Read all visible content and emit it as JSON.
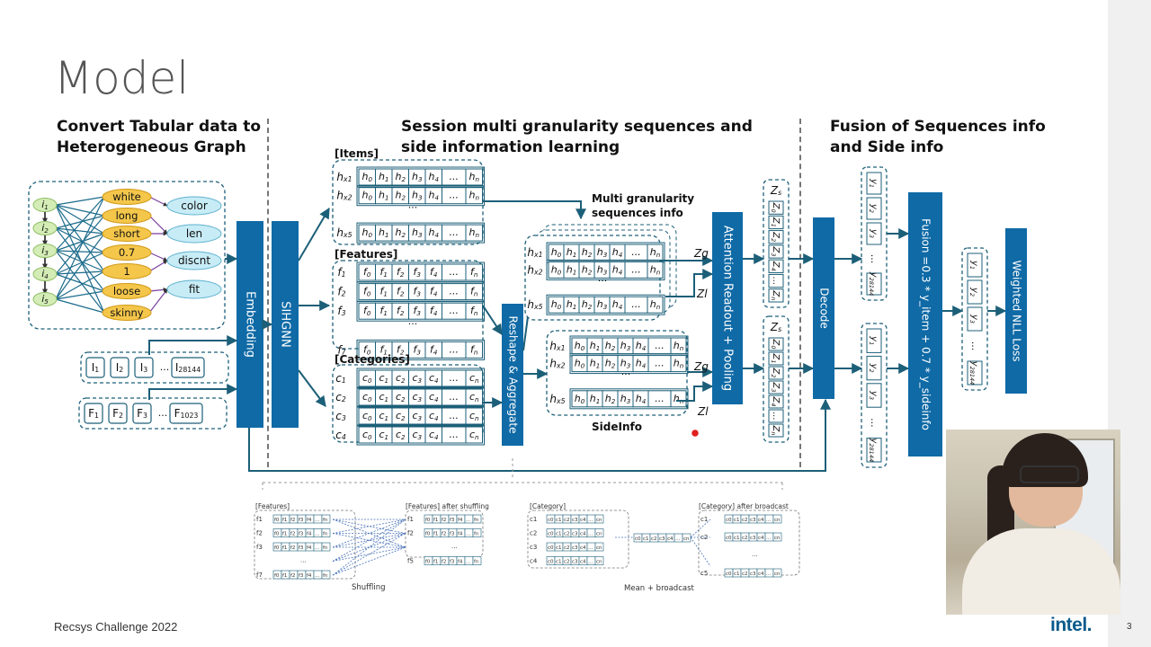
{
  "slide": {
    "title": "Model",
    "footer": "Recsys Challenge 2022",
    "logo": "intel.",
    "page_number": "3"
  },
  "headers": {
    "left": [
      "Convert Tabular data to",
      "Heterogeneous Graph"
    ],
    "middle": [
      "Session multi granularity sequences and",
      "side information learning"
    ],
    "right": [
      "Fusion of Sequences info",
      "and Side info"
    ]
  },
  "graph": {
    "item_nodes": [
      "i1",
      "i2",
      "i3",
      "i4",
      "i5"
    ],
    "feature_values": [
      "white",
      "long",
      "short",
      "0.7",
      "1",
      "loose",
      "skinny"
    ],
    "feature_types": [
      "color",
      "len",
      "discnt",
      "fit"
    ],
    "item_list": [
      "I1",
      "I2",
      "I3",
      "...",
      "I28144"
    ],
    "feature_list": [
      "F1",
      "F2",
      "F3",
      "...",
      "F1023"
    ]
  },
  "blocks": {
    "embedding": "Embedding",
    "sihgnn": "SIHGNN",
    "reshape": "Reshape & Aggregate",
    "attention": "Attention Readout + Pooling",
    "decode": "Decode",
    "fusion": "Fusion =0.3 * y_item + 0.7 * y_sideinfo",
    "loss": "Weighted NLL Loss"
  },
  "panels": {
    "items_label": "[Items]",
    "features_label": "[Features]",
    "categories_label": "[Categories]",
    "items_rows": [
      "hx1",
      "hx2",
      "...",
      "hx5"
    ],
    "items_cells": [
      "h0",
      "h1",
      "h2",
      "h3",
      "h4",
      "...",
      "hn"
    ],
    "features_rows": [
      "f1",
      "f2",
      "f3",
      "...",
      "f7"
    ],
    "features_cells": [
      "f0",
      "f1",
      "f2",
      "f3",
      "f4",
      "...",
      "fn"
    ],
    "categories_rows": [
      "c1",
      "c2",
      "c3",
      "c4"
    ],
    "categories_cells": [
      "c0",
      "c1",
      "c2",
      "c3",
      "c4",
      "...",
      "cn"
    ],
    "multi_label": [
      "Multi granularity",
      "sequences info"
    ],
    "sideinfo_label": "SideInfo",
    "zg": "Zg",
    "zl": "Zl",
    "zs": "Zs",
    "z_cells": [
      "Z0",
      "Z1",
      "Z2",
      "Z3",
      "Z4",
      "...",
      "Zn"
    ],
    "y_cells": [
      "y1",
      "y2",
      "y3",
      "...",
      "y28144"
    ]
  },
  "bottom": {
    "features_label": "[Features]",
    "features_shuffled_label": "[Features] after shuffling",
    "category_label": "[Category]",
    "category_broadcast_label": "[Category] after broadcast",
    "shuffling": "Shuffling",
    "mean_broadcast": "Mean + broadcast"
  },
  "colors": {
    "block_blue": "#0f6aa6",
    "line_teal": "#1c5f78",
    "node_yellow": "#f4c64a",
    "node_green": "#d4ecb5",
    "node_cyan": "#c7ecf6",
    "pointer_red": "#e02020"
  }
}
